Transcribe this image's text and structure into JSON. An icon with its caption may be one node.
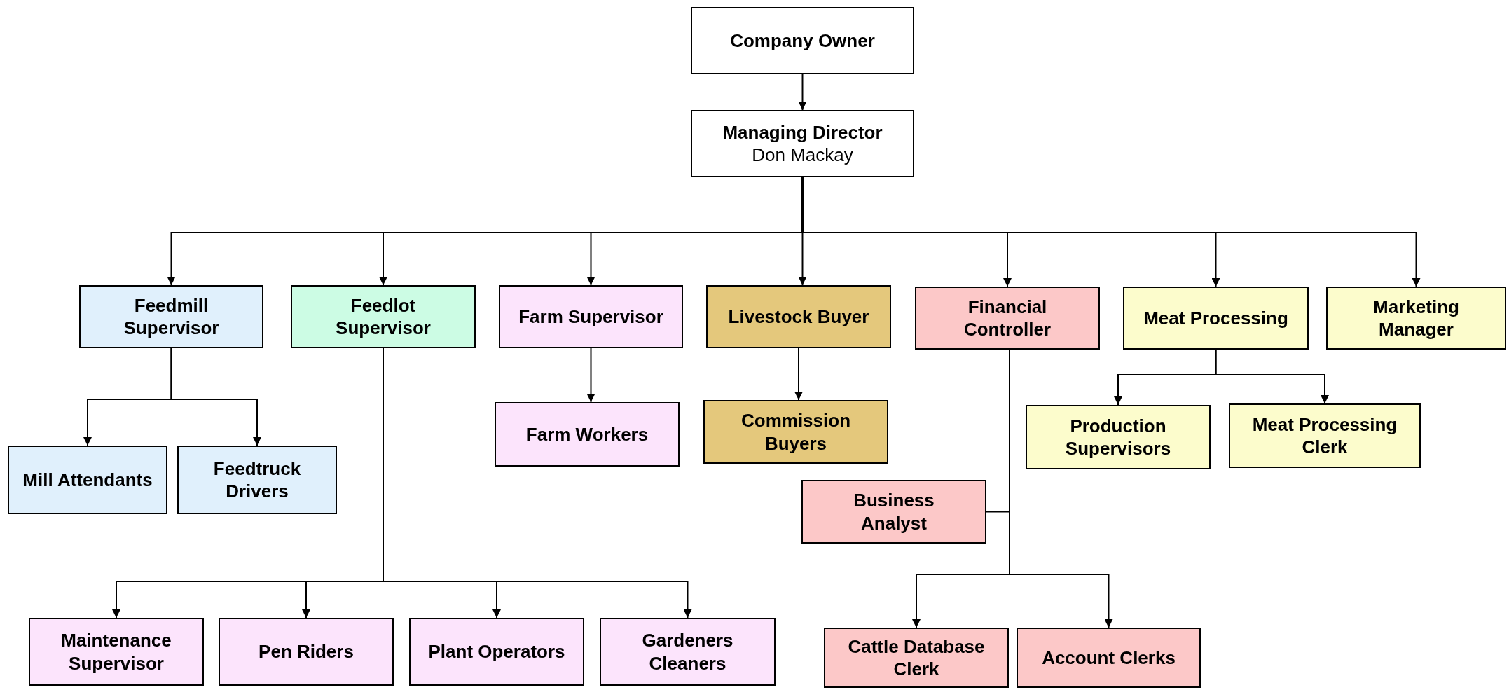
{
  "diagram": {
    "nodes": [
      {
        "text": [
          "Company Owner"
        ]
      },
      {
        "text": [
          "Managing Director",
          "Don Mackay"
        ]
      },
      {
        "text": [
          "Feedmill Supervisor"
        ]
      },
      {
        "text": [
          "Feedlot Supervisor"
        ]
      },
      {
        "text": [
          "Farm Supervisor"
        ]
      },
      {
        "text": [
          "Livestock Buyer"
        ]
      },
      {
        "text": [
          "Financial Controller"
        ]
      },
      {
        "text": [
          "Meat Processing"
        ]
      },
      {
        "text": [
          "Marketing Manager"
        ]
      },
      {
        "text": [
          "Mill Attendants"
        ]
      },
      {
        "text": [
          "Feedtruck Drivers"
        ]
      },
      {
        "text": [
          "Farm Workers"
        ]
      },
      {
        "text": [
          "Commission Buyers"
        ]
      },
      {
        "text": [
          "Production Supervisors"
        ]
      },
      {
        "text": [
          "Meat Processing Clerk"
        ]
      },
      {
        "text": [
          "Business Analyst"
        ]
      },
      {
        "text": [
          "Maintenance Supervisor"
        ]
      },
      {
        "text": [
          "Pen Riders"
        ]
      },
      {
        "text": [
          "Plant Operators"
        ]
      },
      {
        "text": [
          "Gardeners Cleaners"
        ]
      },
      {
        "text": [
          "Cattle Database Clerk"
        ]
      },
      {
        "text": [
          "Account Clerks"
        ]
      }
    ],
    "edges": [
      {
        "from": 0,
        "to": 1,
        "arrow": "to"
      },
      {
        "from": 1,
        "to": 2,
        "arrow": "to"
      },
      {
        "from": 1,
        "to": 3,
        "arrow": "to"
      },
      {
        "from": 1,
        "to": 4,
        "arrow": "to"
      },
      {
        "from": 1,
        "to": 5,
        "arrow": "to"
      },
      {
        "from": 1,
        "to": 6,
        "arrow": "to"
      },
      {
        "from": 1,
        "to": 7,
        "arrow": "to"
      },
      {
        "from": 1,
        "to": 8,
        "arrow": "to"
      },
      {
        "from": 2,
        "to": 9,
        "arrow": "to"
      },
      {
        "from": 2,
        "to": 10,
        "arrow": "to"
      },
      {
        "from": 4,
        "to": 11,
        "arrow": "to"
      },
      {
        "from": 5,
        "to": 12,
        "arrow": "to"
      },
      {
        "from": 7,
        "to": 13,
        "arrow": "to"
      },
      {
        "from": 7,
        "to": 14,
        "arrow": "to"
      },
      {
        "from": 6,
        "to": 15,
        "arrow": "none"
      },
      {
        "from": 3,
        "to": 16,
        "arrow": "to"
      },
      {
        "from": 3,
        "to": 17,
        "arrow": "to"
      },
      {
        "from": 3,
        "to": 18,
        "arrow": "to"
      },
      {
        "from": 3,
        "to": 19,
        "arrow": "to"
      },
      {
        "from": 6,
        "to": 20,
        "arrow": "to"
      },
      {
        "from": 6,
        "to": 21,
        "arrow": "to"
      }
    ]
  }
}
